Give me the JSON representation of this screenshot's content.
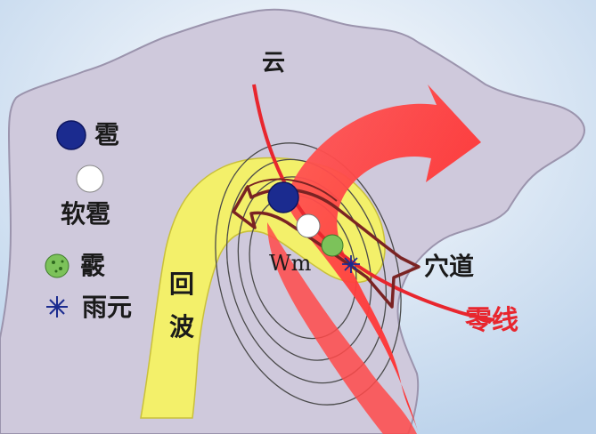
{
  "labels": {
    "cloud": "云",
    "hail": "雹",
    "soft_hail": "软雹",
    "graupel": "霰",
    "raindrop": "雨元",
    "echo_line1": "回",
    "echo_line2": "波",
    "wm": "Wm",
    "vault": "穴道",
    "zero_line": "零线"
  },
  "colors": {
    "sky": "#cfe0f2",
    "cloud_fill": "#cfc9dc",
    "cloud_edge": "#9b94ad",
    "echo": "#f3f06a",
    "updraft": "#ff3b3b",
    "zero_line": "#e8262e",
    "vault_outline": "#7a2323",
    "hail": "#1b2b8f",
    "graupel": "#7cc25a"
  },
  "icons": {
    "hail": "dark-blue-disc",
    "soft_hail": "white-disc",
    "graupel": "green-speckled-disc",
    "raindrop": "asterisk-star-icon"
  }
}
